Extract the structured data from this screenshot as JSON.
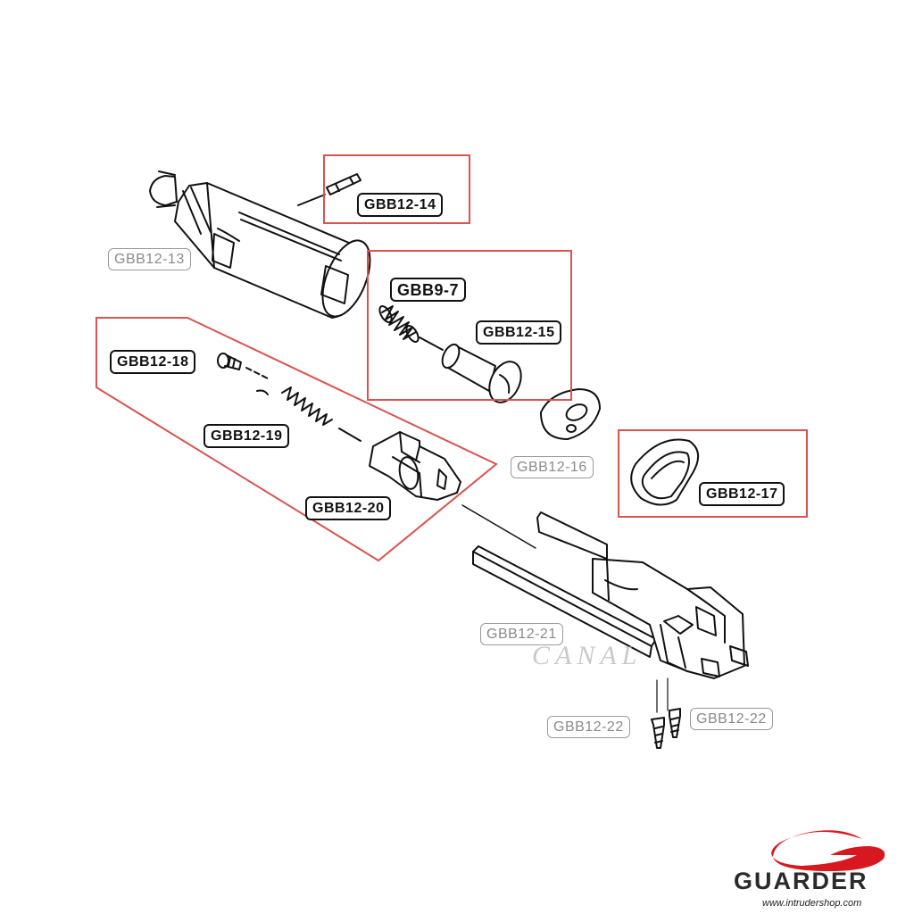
{
  "diagram": {
    "parts": [
      {
        "id": "GBB12-13",
        "style": "light"
      },
      {
        "id": "GBB12-14",
        "style": "bold"
      },
      {
        "id": "GBB9-7",
        "style": "bold"
      },
      {
        "id": "GBB12-15",
        "style": "bold"
      },
      {
        "id": "GBB12-16",
        "style": "light"
      },
      {
        "id": "GBB12-17",
        "style": "bold"
      },
      {
        "id": "GBB12-18",
        "style": "bold"
      },
      {
        "id": "GBB12-19",
        "style": "bold"
      },
      {
        "id": "GBB12-20",
        "style": "bold"
      },
      {
        "id": "GBB12-21",
        "style": "light"
      },
      {
        "id": "GBB12-22",
        "style": "light"
      },
      {
        "id": "GBB12-22",
        "style": "light"
      }
    ],
    "highlight_color": "#d9534f",
    "line_color": "#111111",
    "muted_label_color": "#8a8a8a"
  },
  "watermark": {
    "text": "CANAL"
  },
  "brand": {
    "name": "GUARDER",
    "website": "www.intrudershop.com",
    "logo_color": "#d7191f"
  }
}
